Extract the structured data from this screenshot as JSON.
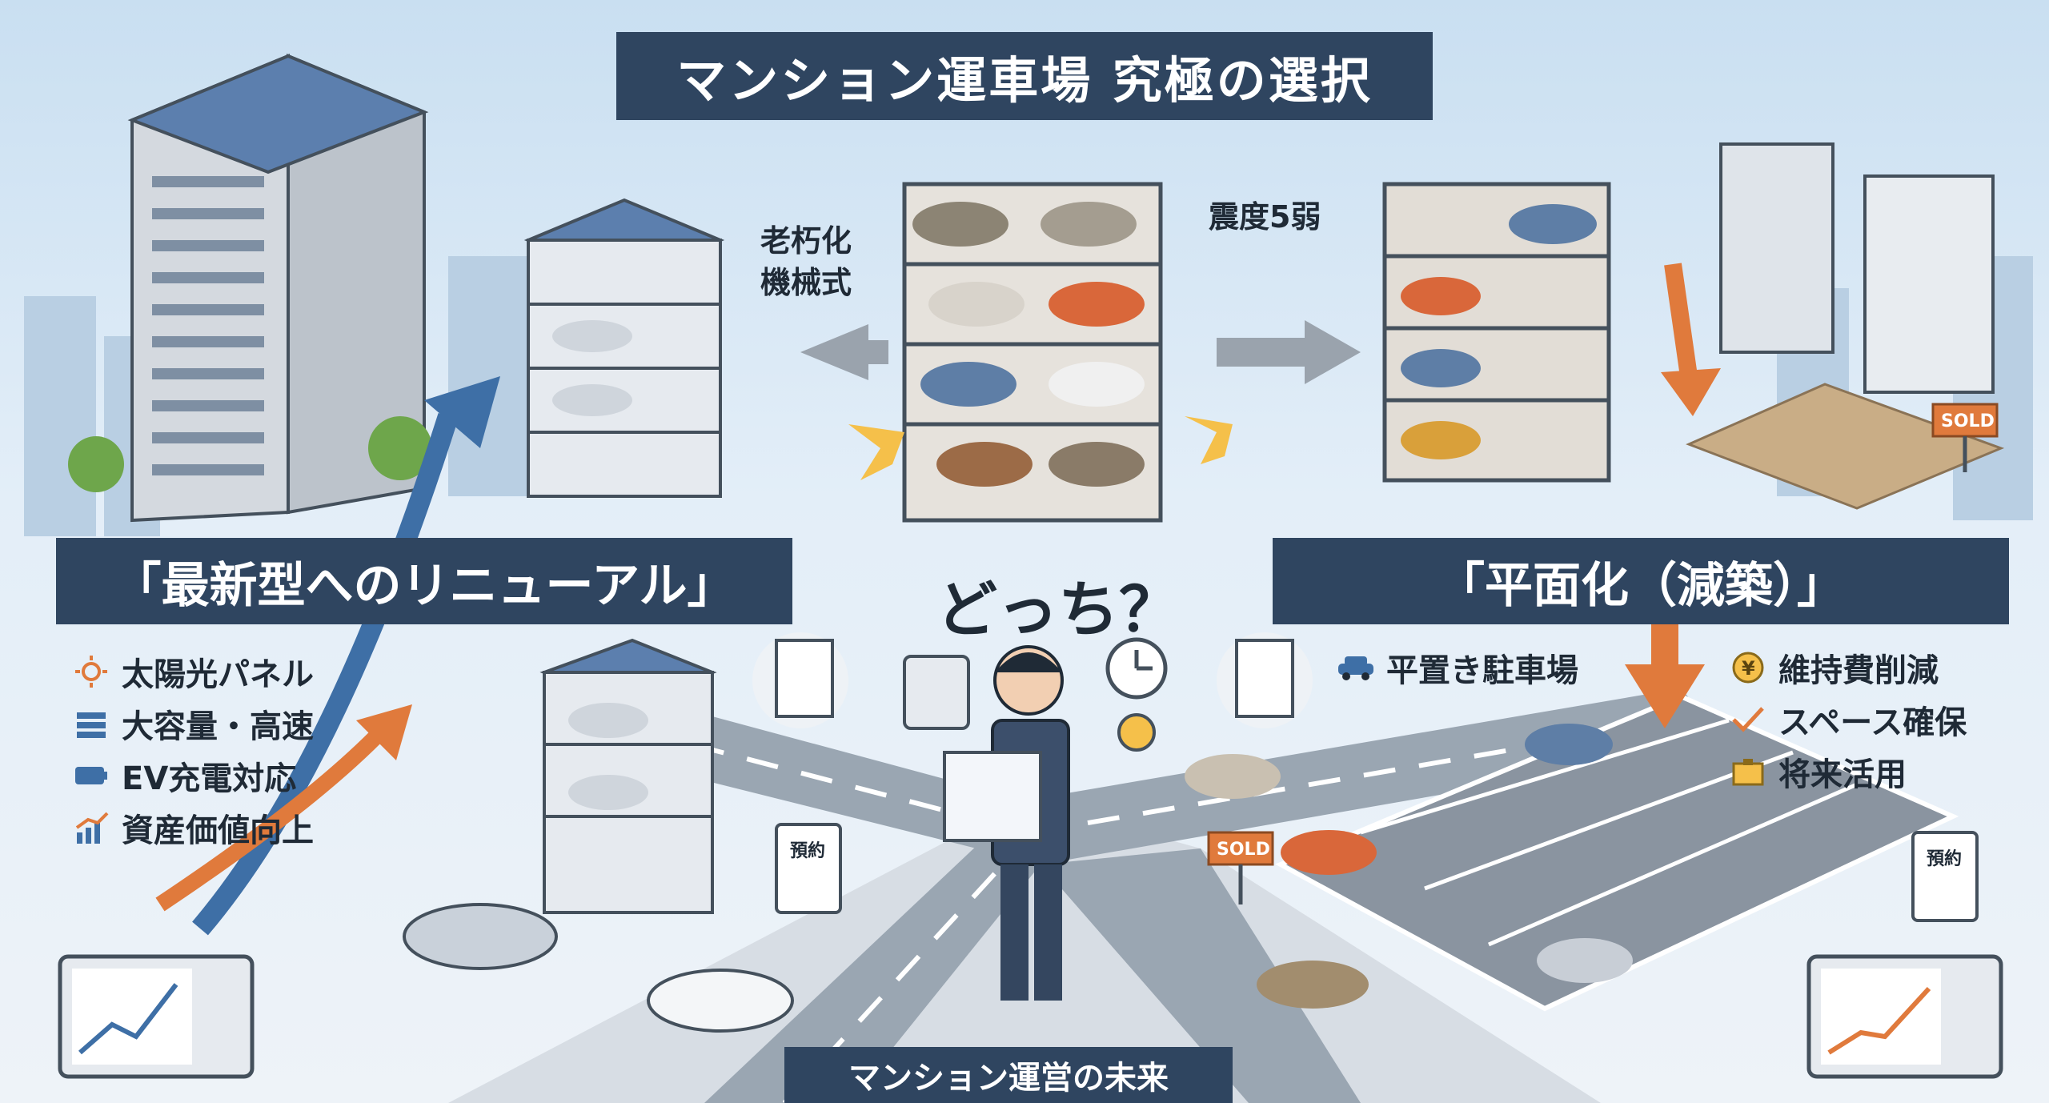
{
  "title": "マンション運車場 究極の選択",
  "labels": {
    "aging_line1": "老朽化",
    "aging_line2": "機械式",
    "earthquake": "震度5弱",
    "question": "どっち？",
    "flat_parking": "平置き駐車場"
  },
  "left_option": {
    "banner": "「最新型へのリニューアル」",
    "features": [
      {
        "icon": "sun-icon",
        "label": "太陽光パネル"
      },
      {
        "icon": "stack-icon",
        "label": "大容量・高速"
      },
      {
        "icon": "battery-icon",
        "label": "EV充電対応"
      },
      {
        "icon": "growth-chart-icon",
        "label": "資産価値向上"
      }
    ]
  },
  "right_option": {
    "banner": "「平面化（減築）」",
    "features": [
      {
        "icon": "yen-coin-icon",
        "label": "維持費削減"
      },
      {
        "icon": "check-icon",
        "label": "スペース確保"
      },
      {
        "icon": "box-icon",
        "label": "将来活用"
      }
    ]
  },
  "badges": {
    "sold": "SOLD",
    "reservation": "預約"
  },
  "footer": "マンション運営の未来",
  "colors": {
    "banner": "#2f4560",
    "orange": "#e07a3c",
    "blue": "#3e6fa6",
    "road": "#9aa6b2"
  }
}
